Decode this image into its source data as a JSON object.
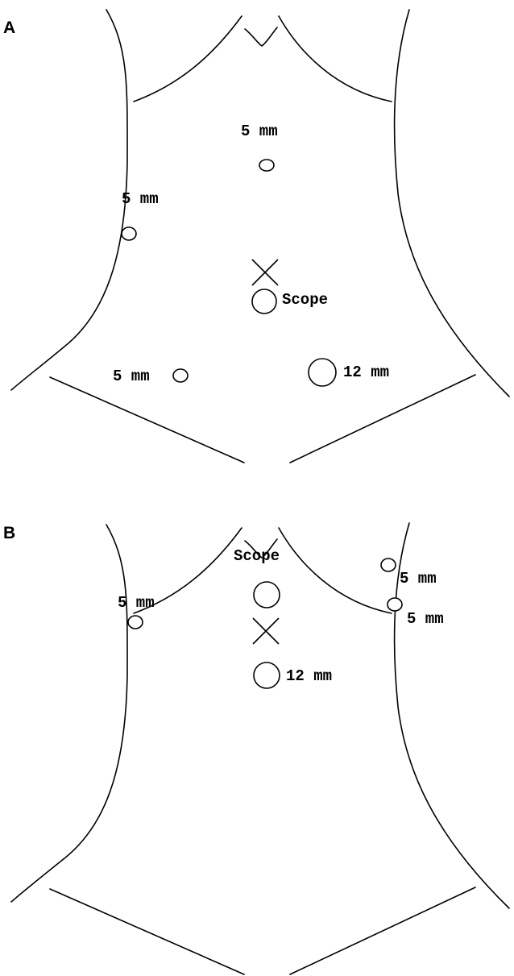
{
  "panels": [
    {
      "letter": "A",
      "ports": [
        {
          "label": "5 mm"
        },
        {
          "label": "5 mm"
        },
        {
          "label": "Scope"
        },
        {
          "label": "5 mm"
        },
        {
          "label": "12 mm"
        }
      ]
    },
    {
      "letter": "B",
      "ports": [
        {
          "label": "Scope"
        },
        {
          "label": "5 mm"
        },
        {
          "label": "5 mm"
        },
        {
          "label": "5 mm"
        },
        {
          "label": "12 mm"
        }
      ]
    }
  ]
}
